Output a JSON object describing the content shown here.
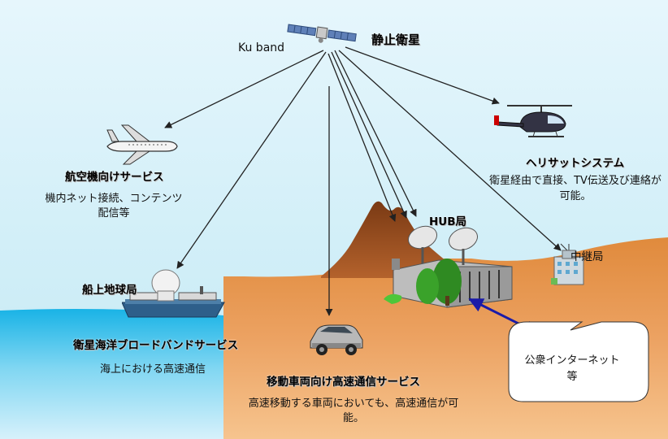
{
  "satellite": {
    "label": "静止衛星",
    "band": "Ku band"
  },
  "aircraft": {
    "title": "航空機向けサービス",
    "desc": "機内ネット接続、コンテンツ配信等"
  },
  "heli": {
    "title": "ヘリサットシステム",
    "desc": "衛星経由で直接、TV伝送及び連絡が可能。"
  },
  "hub": {
    "label": "HUB局"
  },
  "relay": {
    "label": "中継局"
  },
  "ship": {
    "station": "船上地球局",
    "title": "衛星海洋ブロードバンドサービス",
    "desc": "海上における高速通信"
  },
  "vehicle": {
    "title": "移動車両向け高速通信サービス",
    "desc": "高速移動する車両においても、高速通信が可能。"
  },
  "internet": {
    "label": "公衆インターネット等"
  }
}
